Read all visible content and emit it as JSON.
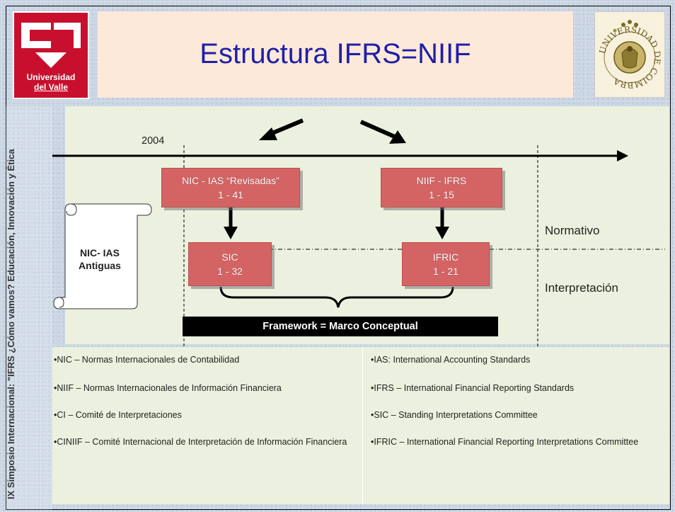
{
  "header": {
    "title": "Estructura IFRS=NIIF",
    "logo_left_line1": "Universidad",
    "logo_left_line2": "del Valle",
    "logo_right_text": "UNIVERSIDAD DE COIMBRA",
    "logo_left_color": "#c8102e"
  },
  "sidebar": {
    "text": "IX Simposio Internacional: \"IFRS ¿Cómo vamos? Educación, Innovación y Ética"
  },
  "diagram": {
    "year_label": "2004",
    "scroll_text": "NIC- IAS Antiguas",
    "box_nic": {
      "line1": "NIC - IAS “Revisadas”",
      "line2": "1 - 41"
    },
    "box_niif": {
      "line1": "NIIF - IFRS",
      "line2": "1 - 15"
    },
    "box_sic": {
      "line1": "SIC",
      "line2": "1 - 32"
    },
    "box_ifric": {
      "line1": "IFRIC",
      "line2": "1 - 21"
    },
    "label_normativo": "Normativo",
    "label_interpretacion": "Interpretación",
    "framework": "Framework = Marco Conceptual",
    "box_color": "#d46464"
  },
  "definitions": {
    "left": [
      "•NIC – Normas Internacionales de Contabilidad",
      "•NIIF – Normas Internacionales de Información Financiera",
      "•CI – Comité de Interpretaciones",
      "•CINIIF – Comité Internacional de Interpretación de Información Financiera"
    ],
    "right": [
      "•IAS: International Accounting Standards",
      "•IFRS – International Financial Reporting Standards",
      "•SIC – Standing Interpretations Committee",
      "•IFRIC – International Financial Reporting Interpretations Committee"
    ]
  }
}
